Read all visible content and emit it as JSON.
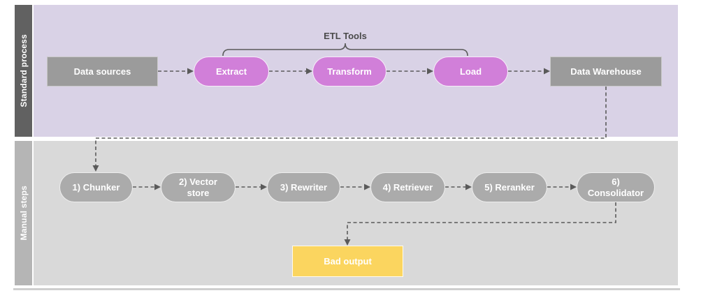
{
  "diagram": {
    "lane_standard": {
      "label": "Standard process",
      "bracket_label": "ETL Tools",
      "nodes": {
        "data_sources": "Data sources",
        "extract": "Extract",
        "transform": "Transform",
        "load": "Load",
        "data_warehouse": "Data Warehouse"
      }
    },
    "lane_manual": {
      "label": "Manual steps",
      "nodes": {
        "chunker": "1) Chunker",
        "vector_store": "2) Vector store",
        "rewriter": "3) Rewriter",
        "retriever": "4) Retriever",
        "reranker": "5) Reranker",
        "consolidator": "6) Consolidator",
        "bad_output": "Bad output"
      }
    }
  },
  "colors": {
    "lane_standard_bg": "#d9d2e6",
    "lane_standard_sidebar": "#616161",
    "lane_manual_bg": "#d9d9d9",
    "lane_manual_sidebar": "#b5b5b5",
    "etl_pill": "#d17fd9",
    "gray_box": "#9b9b9b",
    "gray_pill": "#ababab",
    "bad_output": "#fbd55f",
    "connector": "#5a5a5a",
    "label_dark": "#4a4a4a"
  }
}
